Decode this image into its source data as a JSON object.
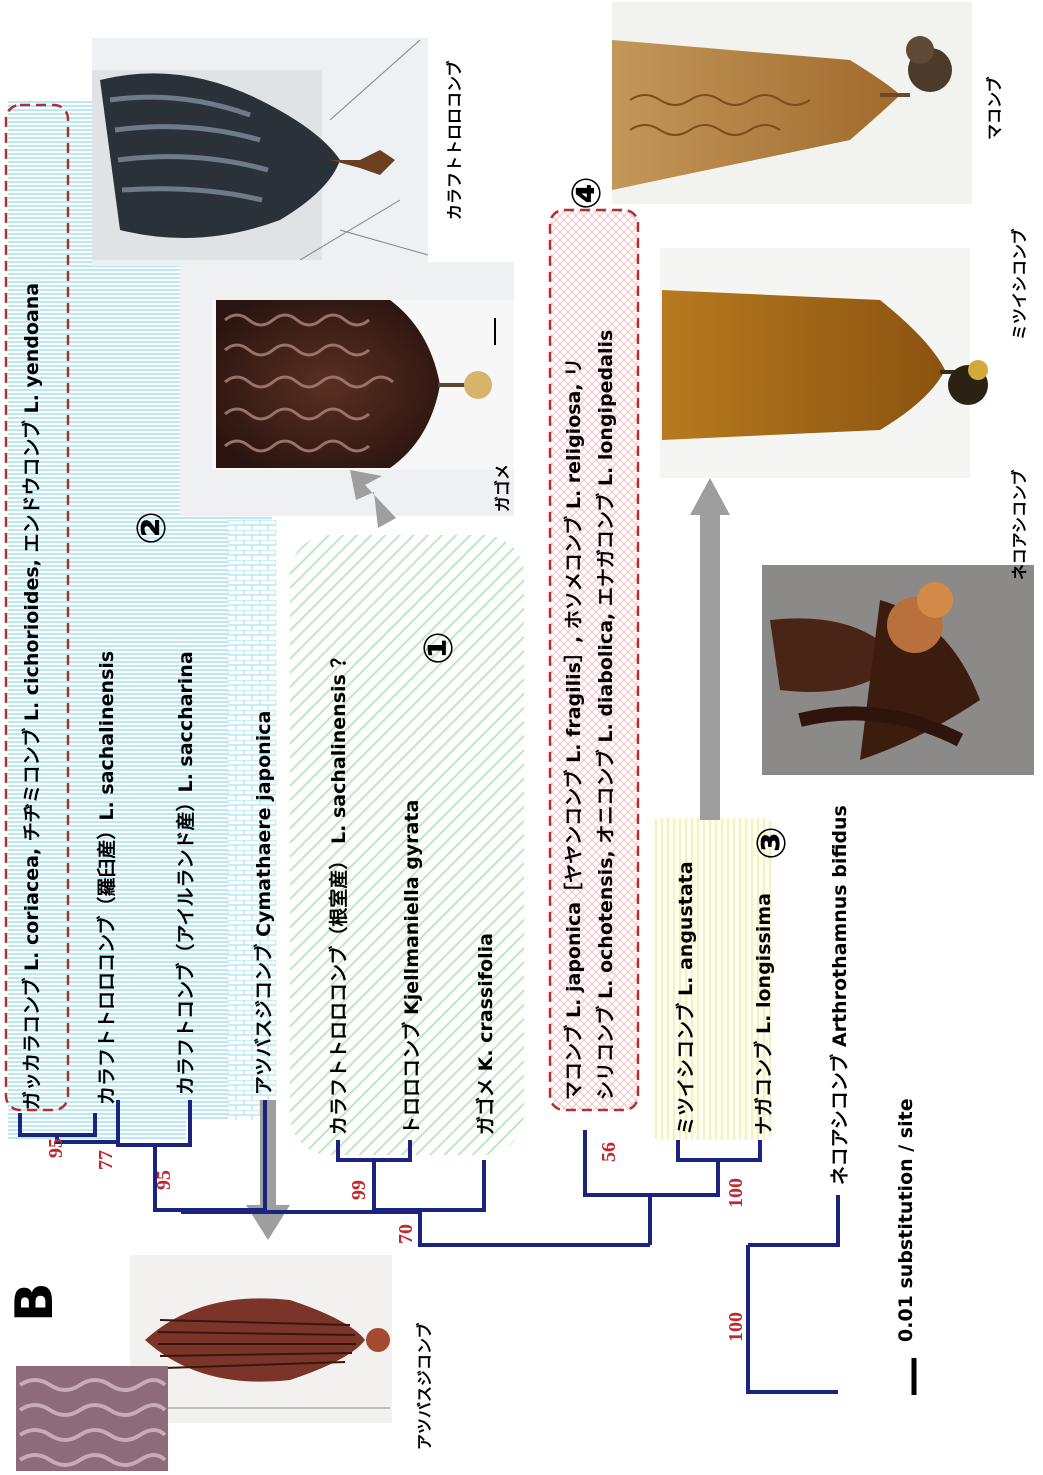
{
  "panel_label": "B",
  "taxa": {
    "gakkara": "ガッカラコンブ L. coriacea, チヂミコンブ L. cichorioides, エンドウコンブ L. yendoana",
    "karafuto_torororo_rausu": "カラフトトロロコンブ（羅臼産）L. sachalinensis",
    "karafuto_ireland": "カラフトコンブ（アイルランド産）L. saccharina",
    "atsubasu": "アツバスジコンブ Cymathaere japonica",
    "karafuto_torororo_nemuro": "カラフトトロロコンブ（根室産）  L. sachalinensis  ？",
    "tororo": "トロロコンブ Kjellmaniella gyrata",
    "gagome": "ガゴメ K. crassifolia",
    "makonbu_1": "マコンブ L. japonica［ヤヤンコンブ L. fragilis］, ホソメコンブ L. religiosa, リ",
    "makonbu_2": "シリコンブ L. ochotensis, オニコンブ L. diabolica, エナガコンブ L. longipedalis",
    "mitsuishi": "ミツイシコンブ L. angustata",
    "nagakonbu": "ナガコンブ L. longissima",
    "nekoashi": "ネコアシコンブ Arthrothamnus bifidus"
  },
  "bootstrap": {
    "b95_top": "95",
    "b77": "77",
    "b95": "95",
    "b99": "99",
    "b70": "70",
    "b56": "56",
    "b100_a": "100",
    "b100_root": "100"
  },
  "groups": {
    "g1": "①",
    "g2": "②",
    "g3": "③",
    "g4": "④"
  },
  "photo_captions": {
    "karafuto_torororo": "カラフトトロロコンブ",
    "gagome": "ガゴメ",
    "makonbu": "マコンブ",
    "mitsuishi": "ミツイシコンブ",
    "nekoashi": "ネコアシコンブ",
    "atsubasu": "アツバスジコンブ"
  },
  "scale_bar": "0.01 substitution / site",
  "colors": {
    "branch": "#1a237e",
    "bootstrap": "#c0282e",
    "group_border": "#b03030",
    "arrow": "#9e9e9e"
  }
}
